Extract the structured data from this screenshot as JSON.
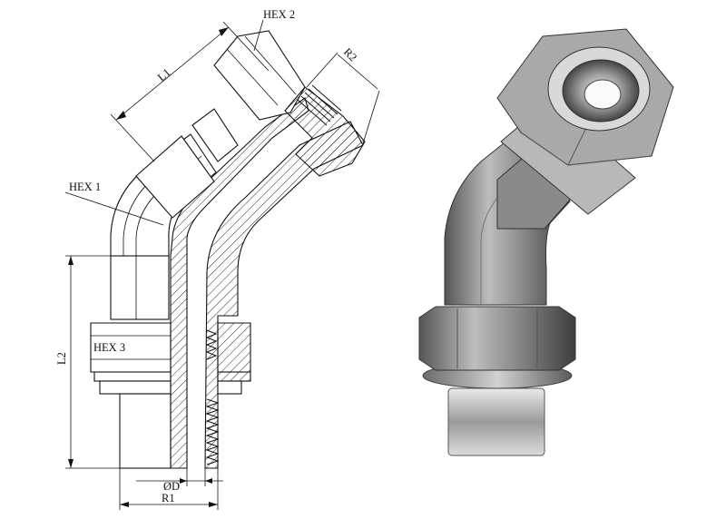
{
  "drawing": {
    "labels": {
      "hex1": "HEX 1",
      "hex2": "HEX 2",
      "hex3": "HEX 3",
      "l1": "L1",
      "l2": "L2",
      "r1": "R1",
      "r2": "R2",
      "d": "ØD"
    }
  }
}
